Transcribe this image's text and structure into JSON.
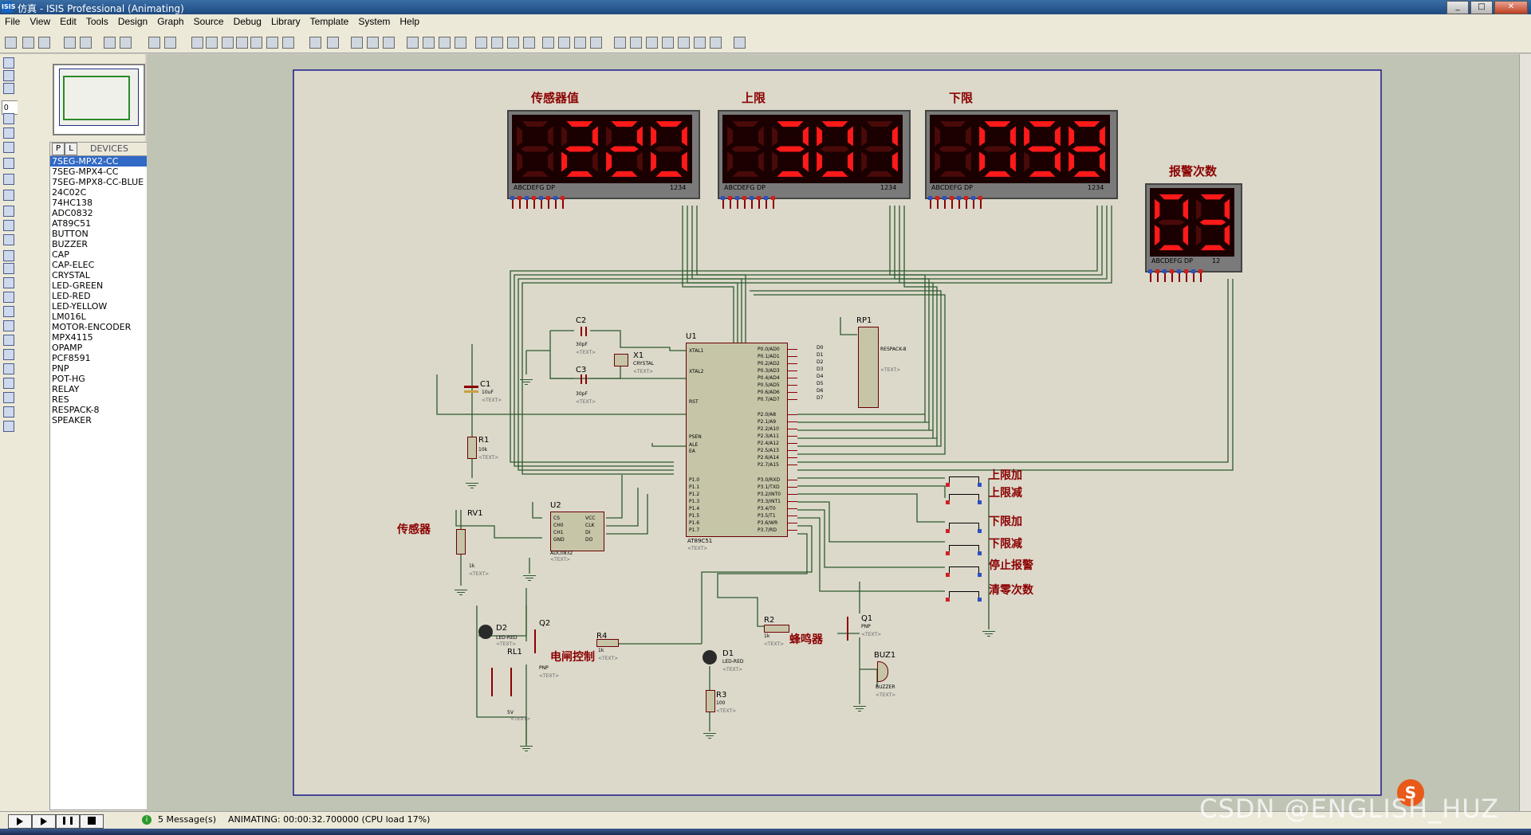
{
  "window": {
    "title": "仿真 - ISIS Professional (Animating)",
    "app_icon": "ISIS"
  },
  "menu": [
    "File",
    "View",
    "Edit",
    "Tools",
    "Design",
    "Graph",
    "Source",
    "Debug",
    "Library",
    "Template",
    "System",
    "Help"
  ],
  "left_panel": {
    "tabs": [
      "P",
      "L"
    ],
    "devices_header": "DEVICES",
    "zoom_value": "0",
    "devices": [
      "7SEG-MPX2-CC",
      "7SEG-MPX4-CC",
      "7SEG-MPX8-CC-BLUE",
      "24C02C",
      "74HC138",
      "ADC0832",
      "AT89C51",
      "BUTTON",
      "BUZZER",
      "CAP",
      "CAP-ELEC",
      "CRYSTAL",
      "LED-GREEN",
      "LED-RED",
      "LED-YELLOW",
      "LM016L",
      "MOTOR-ENCODER",
      "MPX4115",
      "OPAMP",
      "PCF8591",
      "PNP",
      "POT-HG",
      "RELAY",
      "RES",
      "RESPACK-8",
      "SPEAKER"
    ],
    "selected_device": "7SEG-MPX2-CC"
  },
  "schematic": {
    "displays": [
      {
        "label": "传感器值",
        "digits": "220",
        "pins": "ABCDEFG DP",
        "pin_nums": "1234"
      },
      {
        "label": "上限",
        "digits": "301",
        "pins": "ABCDEFG DP",
        "pin_nums": "1234"
      },
      {
        "label": "下限",
        "digits": "098",
        "pins": "ABCDEFG DP",
        "pin_nums": "1234"
      },
      {
        "label": "报警次数",
        "digits": "03",
        "pins": "ABCDEFG DP",
        "pin_nums": "12"
      }
    ],
    "buttons": [
      "上限加",
      "上限减",
      "下限加",
      "下限减",
      "停止报警",
      "清零次数"
    ],
    "labels": {
      "sensor": "传感器",
      "relay_control": "电闸控制",
      "buzzer": "蜂鸣器",
      "u1": "U1",
      "u1_part": "AT89C51",
      "u2": "U2",
      "u2_part": "ADC0832",
      "rp1": "RP1",
      "rp1_part": "RESPACK-8",
      "c1": "C1",
      "c1_val": "10uF",
      "c2": "C2",
      "c2_val": "30pF",
      "c3": "C3",
      "c3_val": "30pF",
      "x1": "X1",
      "x1_part": "CRYSTAL",
      "r1": "R1",
      "r1_val": "10k",
      "rv1": "RV1",
      "rv1_val": "1k",
      "q1": "Q1",
      "q2": "Q2",
      "pnp": "PNP",
      "r2": "R2",
      "r2_val": "1k",
      "r3": "R3",
      "r3_val": "100",
      "r4": "R4",
      "r4_val": "1k",
      "d1": "D1",
      "d2": "D2",
      "led_red": "LED-RED",
      "rl1": "RL1",
      "rl1_val": "5V",
      "buz1": "BUZ1",
      "buz1_part": "BUZZER",
      "text": "<TEXT>"
    },
    "p0_pins": [
      "P0.0/AD0",
      "P0.1/AD1",
      "P0.2/AD2",
      "P0.3/AD3",
      "P0.4/AD4",
      "P0.5/AD5",
      "P0.6/AD6",
      "P0.7/AD7"
    ],
    "p2_pins": [
      "P2.0/A8",
      "P2.1/A9",
      "P2.2/A10",
      "P2.3/A11",
      "P2.4/A12",
      "P2.5/A13",
      "P2.6/A14",
      "P2.7/A15"
    ],
    "p3_pins": [
      "P3.0/RXD",
      "P3.1/TXD",
      "P3.2/INT0",
      "P3.3/INT1",
      "P3.4/T0",
      "P3.5/T1",
      "P3.6/WR",
      "P3.7/RD"
    ],
    "p1_pins": [
      "P1.0",
      "P1.1",
      "P1.2",
      "P1.3",
      "P1.4",
      "P1.5",
      "P1.6",
      "P1.7"
    ],
    "left_pins": [
      "XTAL1",
      "XTAL2",
      "RST",
      "PSEN",
      "ALE",
      "EA"
    ],
    "adc_pins_left": [
      "CS",
      "CH0",
      "CH1",
      "GND"
    ],
    "adc_pins_right": [
      "VCC",
      "CLK",
      "DI",
      "DO"
    ],
    "d_labels": [
      "D0",
      "D1",
      "D2",
      "D3",
      "D4",
      "D5",
      "D6",
      "D7"
    ]
  },
  "status": {
    "messages": "5 Message(s)",
    "animating": "ANIMATING: 00:00:32.700000 (CPU load 17%)"
  },
  "watermark": "CSDN @ENGLISH_HUZ",
  "colors": {
    "canvas_bg": "#bfc4b4",
    "sheet_bg": "#dcd9cb",
    "wire": "#2d5a2d",
    "label": "#8b0000",
    "seg_on": "#ff1a1a",
    "seg_off": "#4a0a0a",
    "display_bg": "#1a0000"
  }
}
